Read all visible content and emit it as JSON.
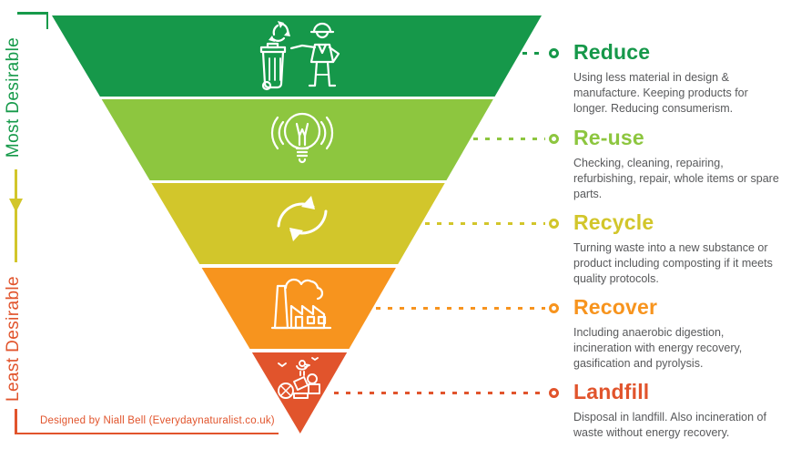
{
  "rail": {
    "most_label": "Most Desirable",
    "least_label": "Least Desirable",
    "credit": "Designed by Niall Bell (Everydaynaturalist.co.uk)",
    "most_color": "#169a4a",
    "least_color": "#e1542c",
    "arrow_color": "#d2c62b"
  },
  "body_text_color": "#58595b",
  "levels": [
    {
      "name": "Reduce",
      "color": "#16984a",
      "description": "Using less material in design & manufacture. Keeping products for longer. Reducing consumerism.",
      "icon": "worker-recycling-bin-icon"
    },
    {
      "name": "Re-use",
      "color": "#8dc63f",
      "description": "Checking, cleaning, repairing, refurbishing, repair, whole items or spare parts.",
      "icon": "lightbulb-icon"
    },
    {
      "name": "Recycle",
      "color": "#d2c62b",
      "description": "Turning waste into a new substance or product including composting if it meets quality protocols.",
      "icon": "recycle-arrows-icon"
    },
    {
      "name": "Recover",
      "color": "#f7941e",
      "description": "Including anaerobic digestion, incineration with energy recovery, gasification and pyrolysis.",
      "icon": "factory-icon"
    },
    {
      "name": "Landfill",
      "color": "#e1542c",
      "description": "Disposal in landfill. Also incineration of waste without energy recovery.",
      "icon": "landfill-waste-bird-icon"
    }
  ]
}
